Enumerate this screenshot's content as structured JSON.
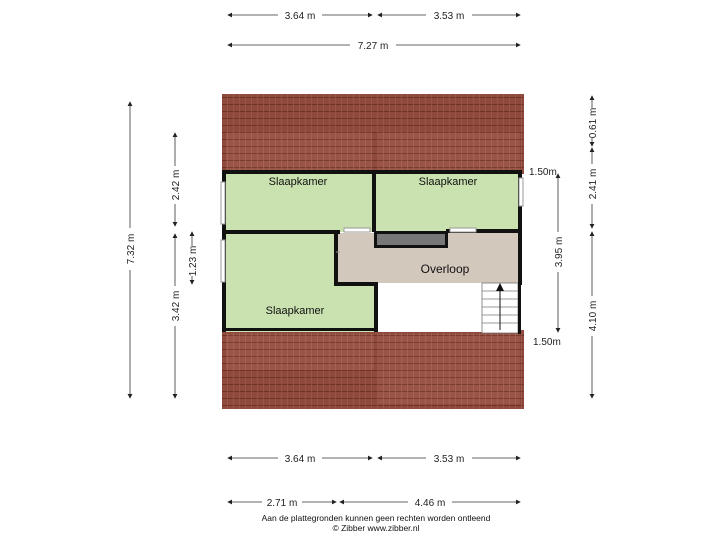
{
  "plan": {
    "rooms": {
      "bedroom_top_left": "Slaapkamer",
      "bedroom_top_right": "Slaapkamer",
      "bedroom_bottom_left": "Slaapkamer",
      "landing": "Overloop"
    },
    "dimensions": {
      "top_left_width": "3.64 m",
      "top_right_width": "3.53 m",
      "top_total_width": "7.27 m",
      "bottom_left_width": "3.64 m",
      "bottom_right_width": "3.53 m",
      "bottom2_left_width": "2.71 m",
      "bottom2_right_width": "4.46 m",
      "left_total_height": "7.32 m",
      "left_upper_height": "2.42 m",
      "left_lower_height": "3.42 m",
      "left_inner_height": "1.23 m",
      "right_roof_height": "0.61 m",
      "right_upper_height": "2.41 m",
      "right_lower_height": "4.10 m",
      "right_inner_height": "3.95 m",
      "ceiling_mark_top": "1.50m",
      "ceiling_mark_bottom": "1.50m"
    },
    "colors": {
      "roof": "#8e4a3c",
      "room_green": "#c9e2b0",
      "landing_tan": "#d3c8bc",
      "wall": "#111111"
    }
  },
  "footer": {
    "disclaimer": "Aan de plattegronden kunnen geen rechten worden ontleend",
    "copyright": "© Zibber www.zibber.nl"
  }
}
